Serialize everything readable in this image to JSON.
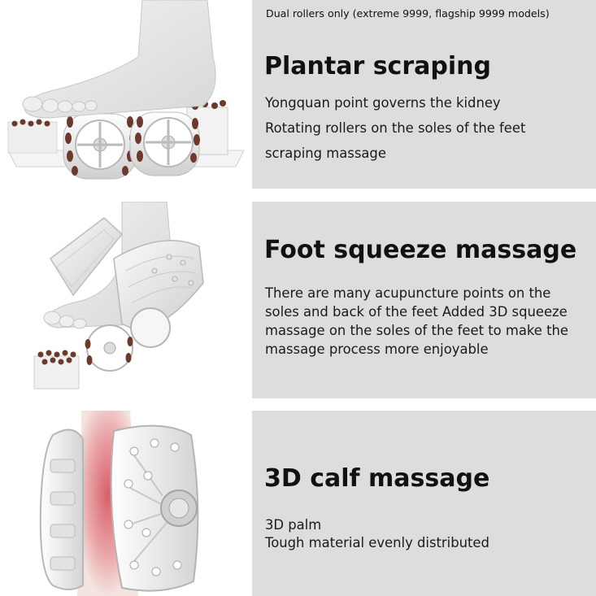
{
  "sections": [
    {
      "note": "Dual rollers only (extreme 9999, flagship 9999 models)",
      "title": "Plantar scraping",
      "lines": [
        "Yongquan point governs the kidney",
        "Rotating rollers on the soles of the feet",
        "scraping massage"
      ],
      "image": "foot-on-dual-rollers"
    },
    {
      "title": "Foot squeeze massage",
      "lines": [
        "There are many acupuncture points on the",
        "soles and back of the feet Added 3D squeeze",
        "massage on the soles of the feet to make the",
        "massage process more enjoyable"
      ],
      "image": "foot-squeeze-airbags"
    },
    {
      "title": "3D calf massage",
      "lines": [
        "3D palm",
        "Tough material evenly distributed"
      ],
      "image": "calf-massage-pads"
    }
  ],
  "colors": {
    "panel_bg": "#dddddd",
    "heading": "#111111",
    "body_text": "#1a1a1a",
    "nub_brown": "#6b3a2c",
    "calf_glow": "#d9606a"
  }
}
